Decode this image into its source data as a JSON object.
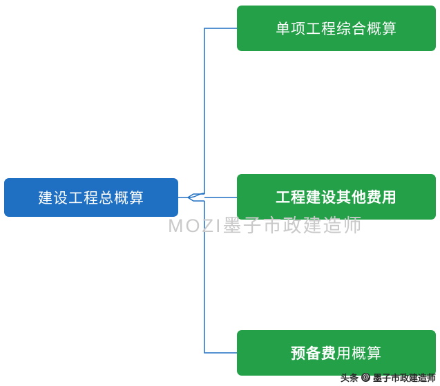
{
  "diagram": {
    "type": "tree",
    "root": {
      "label": "建设工程总概算",
      "color": "#1f6fc2"
    },
    "branch_color": "#23a048",
    "connector_color": "#1f6fc2",
    "branches": [
      {
        "label": "单项工程综合概算"
      },
      {
        "label": "工程建设其他费用"
      },
      {
        "label": "预备费",
        "label_tail": "用概算"
      }
    ]
  },
  "watermark": {
    "mozi": "MOZI",
    "text": "墨子市政建造师"
  },
  "footer": {
    "source": "头条",
    "at": "@",
    "account": "墨子市政建造师"
  }
}
